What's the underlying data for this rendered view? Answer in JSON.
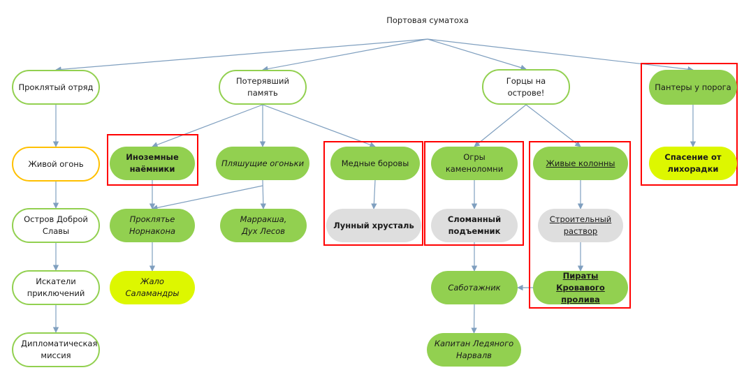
{
  "diagram": {
    "title": "Портовая суматоха",
    "colors": {
      "edge": "#7f9fbf",
      "outline_green": "#92d050",
      "outline_orange": "#ffc000",
      "fill_green": "#92d050",
      "fill_gray": "#dedede",
      "fill_lime": "#ddf700",
      "frame_red": "#ff0000"
    },
    "nodes": {
      "proklyatyi_otryad": "Проклятый отряд",
      "zhivoi_ogon": "Живой огонь",
      "ostrov_dobroi_slavy": "Остров Доброй Славы",
      "iskateli": "Искатели приключений",
      "diplomaticheskaya": "Дипломатическая миссия",
      "poteryavshiy": "Потерявший память",
      "inozemnye": "Иноземные наёмники",
      "proklyatye_nornakona": "Проклятье Норнакона",
      "zhalo": "Жало Саламандры",
      "plyashchie": "Пляшущие огоньки",
      "marrakasha": "Марракша, Дух Лесов",
      "mednye": "Медные боровы",
      "lunny": "Лунный хрусталь",
      "gortsy": "Горцы на острове!",
      "ogry": "Огры каменоломни",
      "slomanny": "Сломанный подъемник",
      "sabotazhnik": "Саботажник",
      "kapitan": "Капитан Ледяного Нарвалв",
      "zhivye_kolonny": "Живые колонны",
      "stroitelny": "Строительный раствор",
      "piraty": "Пираты Кровавого пролива",
      "pantery": "Пантеры у порога",
      "spasenie": "Спасение от лихорадки"
    },
    "edges": [
      [
        "root",
        "proklyatyi_otryad"
      ],
      [
        "root",
        "poteryavshiy"
      ],
      [
        "root",
        "gortsy"
      ],
      [
        "root",
        "pantery"
      ],
      [
        "proklyatyi_otryad",
        "zhivoi_ogon"
      ],
      [
        "zhivoi_ogon",
        "ostrov_dobroi_slavy"
      ],
      [
        "ostrov_dobroi_slavy",
        "iskateli"
      ],
      [
        "iskateli",
        "diplomaticheskaya"
      ],
      [
        "poteryavshiy",
        "inozemnye"
      ],
      [
        "poteryavshiy",
        "plyashchie"
      ],
      [
        "poteryavshiy",
        "mednye"
      ],
      [
        "inozemnye",
        "proklyatye_nornakona"
      ],
      [
        "plyashchie",
        "proklyatye_nornakona"
      ],
      [
        "plyashchie",
        "marrakasha"
      ],
      [
        "proklyatye_nornakona",
        "zhalo"
      ],
      [
        "mednye",
        "lunny"
      ],
      [
        "gortsy",
        "ogry"
      ],
      [
        "gortsy",
        "zhivye_kolonny"
      ],
      [
        "ogry",
        "slomanny"
      ],
      [
        "slomanny",
        "sabotazhnik"
      ],
      [
        "sabotazhnik",
        "kapitan"
      ],
      [
        "zhivye_kolonny",
        "stroitelny"
      ],
      [
        "stroitelny",
        "piraty"
      ],
      [
        "piraty",
        "sabotazhnik"
      ],
      [
        "pantery",
        "spasenie"
      ]
    ]
  }
}
